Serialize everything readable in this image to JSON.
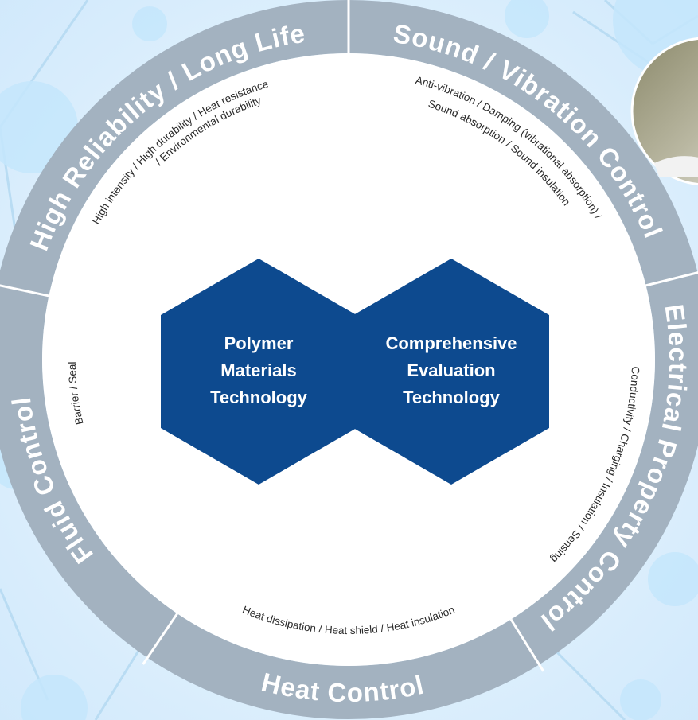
{
  "segments": [
    {
      "key": "reliability",
      "label": "High Reliability / Long Life",
      "features": [
        "High intensity / High durability / Heat resistance",
        "/ Environmental durability"
      ]
    },
    {
      "key": "sound",
      "label": "Sound / Vibration Control",
      "features": [
        "Anti-vibration / Damping (vibrational absorption) /",
        "Sound absorption / Sound insulation"
      ]
    },
    {
      "key": "electrical",
      "label": "Electrical Property Control",
      "features": [
        "Conductivity / Charging / Insulation / Sensing"
      ]
    },
    {
      "key": "heat",
      "label": "Heat Control",
      "features": [
        "Heat dissipation / Heat shield / Heat insulation"
      ]
    },
    {
      "key": "fluid",
      "label": "Fluid Control",
      "features": [
        "Barrier / Seal"
      ]
    }
  ],
  "hexagons": [
    {
      "key": "polymer",
      "lines": [
        "Polymer",
        "Materials",
        "Technology"
      ]
    },
    {
      "key": "evaluation",
      "lines": [
        "Comprehensive",
        "Evaluation",
        "Technology"
      ]
    }
  ],
  "colors": {
    "ring": "#a3b2c0",
    "ring_text": "#ffffff",
    "hexagon": "#0d4a8f",
    "center": "#ffffff",
    "background": "#dcefff",
    "bubble": "#c4e6fb",
    "feature_text": "#2a2a2a"
  }
}
